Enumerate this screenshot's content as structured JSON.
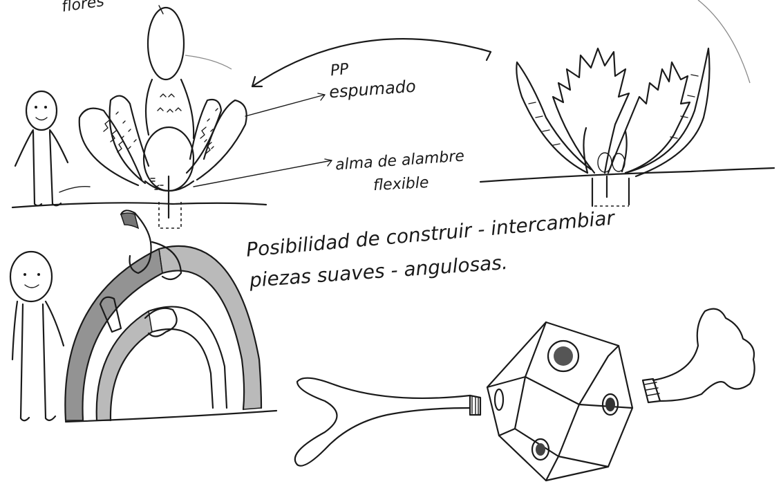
{
  "labels": {
    "flores": "flores",
    "pp": "PP",
    "espumado": "espumado",
    "alma_de_alambre": "alma de alambre",
    "flexible": "flexible"
  },
  "note": {
    "line1": "Posibilidad de construir - intercambiar",
    "line2": "piezas suaves - angulosas."
  }
}
